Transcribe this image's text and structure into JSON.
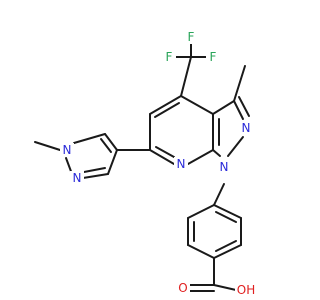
{
  "molecule": {
    "atoms": {
      "F_top": "F",
      "F_left": "F",
      "F_right": "F",
      "N_pyrazole_ring": "N",
      "N_bridge": "N",
      "N_pyridine": "N",
      "N_methylpyrazole_1": "N",
      "N_methylpyrazole_2": "N",
      "O_carbonyl": "O",
      "OH_hydroxyl": "OH"
    }
  },
  "colors": {
    "bond": "#1a1a1a",
    "nitrogen": "#2b2bd9",
    "oxygen": "#e02020",
    "fluorine": "#2aa55a",
    "background": "#ffffff"
  }
}
